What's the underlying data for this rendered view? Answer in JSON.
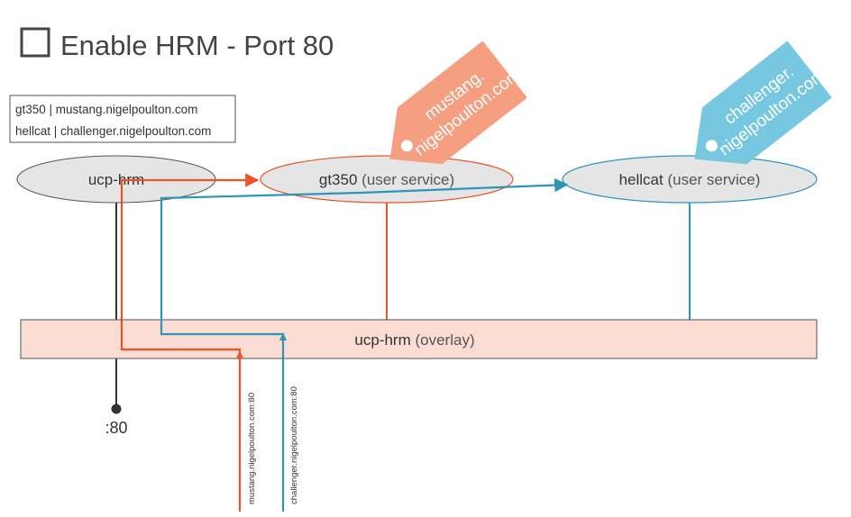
{
  "title": "Enable HRM - Port 80",
  "legend": {
    "line1": "gt350 | mustang.nigelpoulton.com",
    "line2": "hellcat | challenger.nigelpoulton.com"
  },
  "nodes": {
    "ucp_hrm": {
      "name": "ucp-hrm"
    },
    "gt350": {
      "name": "gt350",
      "role": "(user service)"
    },
    "hellcat": {
      "name": "hellcat",
      "role": "(user service)"
    }
  },
  "overlay": {
    "name": "ucp-hrm",
    "role": "(overlay)"
  },
  "tags": {
    "mustang": {
      "line1": "mustang.",
      "line2": "nigelpoulton.com"
    },
    "challenger": {
      "line1": "challenger.",
      "line2": "nigelpoulton.com"
    }
  },
  "port": ":80",
  "requests": {
    "mustang": "mustang.nigelpoulton.com:80",
    "challenger": "challenger.nigelpoulton.com:80"
  },
  "colors": {
    "orange": "#e8552a",
    "blue": "#2e95b8",
    "orange_tag": "#f59e80",
    "blue_tag": "#78c7e0",
    "overlay_fill": "#fbdcd2",
    "node_fill": "#e5e5e5",
    "dark": "#333333"
  }
}
